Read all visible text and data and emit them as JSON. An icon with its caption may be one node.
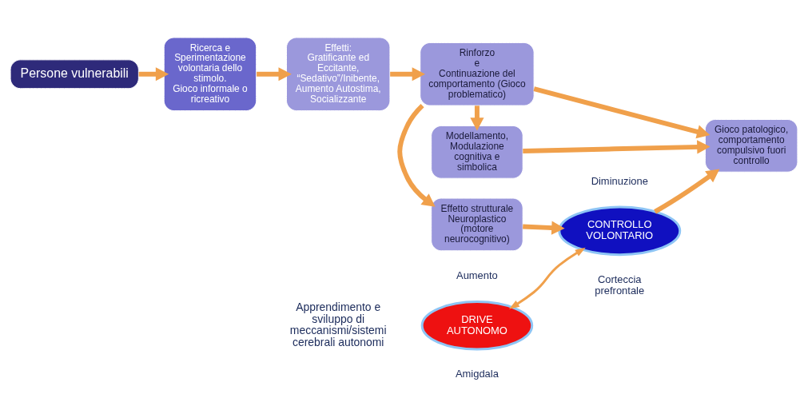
{
  "diagram": {
    "nodes": [
      {
        "text": [
          "Persone vulnerabili"
        ]
      },
      {
        "text": [
          "Ricerca e Sperimentazione volontaria dello stimolo.",
          "Gioco informale o ricreativo"
        ]
      },
      {
        "text": [
          "Effetti:",
          "Gratificante ed Eccitante, “Sedativo”/Inibente, Aumento Autostima, Socializzante"
        ]
      },
      {
        "text": [
          "Modellamento, Modulazione cognitiva e simbolica"
        ]
      },
      {
        "text": [
          "Rinforzo",
          "e",
          "Continuazione del comportamento (Gioco problematico)"
        ]
      },
      {
        "text": [
          "Gioco patologico, comportamento compulsivo fuori controllo"
        ]
      },
      {
        "text": [
          "Effetto strutturale Neuroplastico (motore neurocognitivo)"
        ]
      },
      {
        "text": [
          "DRIVE AUTONOMO"
        ],
        "beside": [
          "Aumento",
          "Amigdala"
        ]
      },
      {
        "text": [
          "CONTROLLO VOLONTARIO"
        ],
        "beside": [
          "Diminuzione",
          "Corteccia prefrontale"
        ]
      }
    ],
    "edges": [
      {
        "from": 0,
        "to": 1,
        "arrow": "to"
      },
      {
        "from": 1,
        "to": 2,
        "arrow": "to"
      },
      {
        "from": 2,
        "to": 4,
        "arrow": "to"
      },
      {
        "from": 4,
        "to": 3,
        "arrow": "to"
      },
      {
        "from": 3,
        "to": 5,
        "arrow": "to"
      },
      {
        "from": 4,
        "to": 5,
        "arrow": "to"
      },
      {
        "from": 4,
        "to": 6,
        "arrow": "to"
      },
      {
        "from": 6,
        "to": 8,
        "arrow": "to"
      },
      {
        "from": 7,
        "to": 8,
        "arrow": "both"
      },
      {
        "from": 8,
        "to": 5,
        "arrow": "to"
      }
    ],
    "labels": [
      "Apprendimento e sviluppo di meccanismi/sistemi cerebrali autonomi"
    ]
  }
}
